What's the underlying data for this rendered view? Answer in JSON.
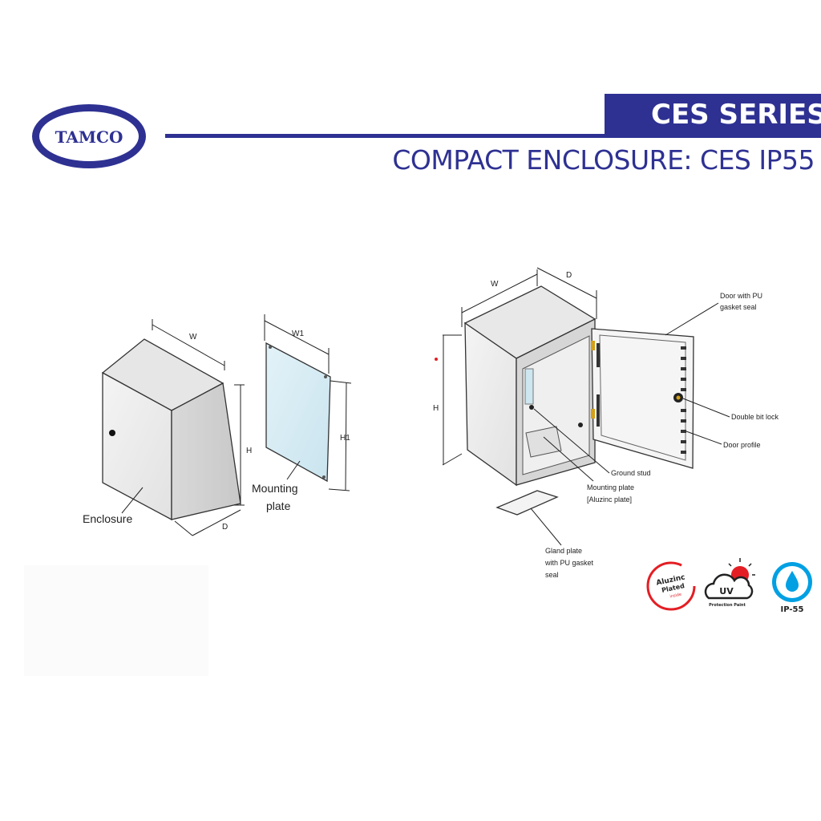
{
  "brand": {
    "logo_text": "TAMCO",
    "color": "#2e3192"
  },
  "header": {
    "series_title": "CES SERIES",
    "subtitle": "COMPACT ENCLOSURE: CES IP55"
  },
  "left_diagram": {
    "enclosure_label": "Enclosure",
    "plate_label_line1": "Mounting",
    "plate_label_line2": "plate",
    "dim_w": "W",
    "dim_h": "H",
    "dim_d": "D",
    "dim_w1": "W1",
    "dim_h1": "H1"
  },
  "right_diagram": {
    "dim_w": "W",
    "dim_d": "D",
    "dim_h": "H",
    "door_label_line1": "Door with PU",
    "door_label_line2": "gasket seal",
    "lock_label": "Double bit lock",
    "profile_label": "Door profile",
    "ground_label": "Ground stud",
    "mplate_label_line1": "Mounting plate",
    "mplate_label_line2": "[Aluzinc plate]",
    "gland_label_line1": "Gland plate",
    "gland_label_line2": "with PU gasket",
    "gland_label_line3": "seal"
  },
  "badges": {
    "aluzinc_line1": "Aluzinc",
    "aluzinc_line2": "Plated",
    "aluzinc_line3": "inside",
    "uv_text": "UV",
    "uv_caption": "Protection Paint",
    "ip_caption": "IP-55",
    "red": "#e31e24",
    "blue": "#00a0e3"
  }
}
